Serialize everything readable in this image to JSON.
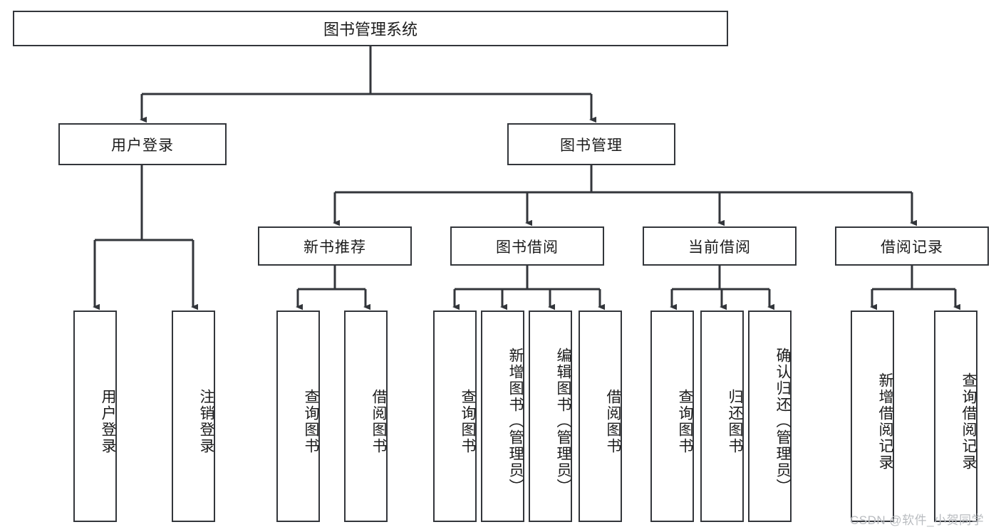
{
  "diagram": {
    "title": "图书管理系统",
    "type": "tree-hierarchy-chart",
    "orientation": "top-down",
    "colors": {
      "stroke": "#33363b",
      "fill": "#ffffff",
      "text": "#1b1b1b",
      "watermark": "#b9bcc0"
    }
  },
  "root": {
    "label": "图书管理系统"
  },
  "level2": [
    {
      "label": "用户登录"
    },
    {
      "label": "图书管理"
    }
  ],
  "level3": [
    {
      "label": "新书推荐"
    },
    {
      "label": "图书借阅"
    },
    {
      "label": "当前借阅"
    },
    {
      "label": "借阅记录"
    }
  ],
  "leaves": {
    "user_login": [
      {
        "label": "用户登录"
      },
      {
        "label": "注销登录"
      }
    ],
    "new_book_recommend": [
      {
        "label": "查询图书"
      },
      {
        "label": "借阅图书"
      }
    ],
    "book_borrow": [
      {
        "label": "查询图书"
      },
      {
        "label": "新增图书（管理员）"
      },
      {
        "label": "编辑图书（管理员）"
      },
      {
        "label": "借阅图书"
      }
    ],
    "current_borrow": [
      {
        "label": "查询图书"
      },
      {
        "label": "归还图书"
      },
      {
        "label": "确认归还（管理员）"
      }
    ],
    "borrow_record": [
      {
        "label": "新增借阅记录"
      },
      {
        "label": "查询借阅记录"
      }
    ]
  },
  "watermark": {
    "text": "CSDN @软件_小贺同学"
  }
}
